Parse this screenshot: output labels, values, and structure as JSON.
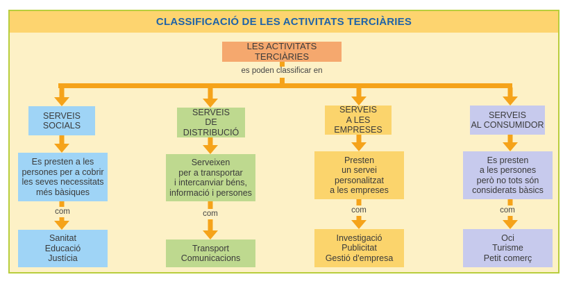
{
  "title": "CLASSIFICACIÓ DE LES ACTIVITATS TERCIÀRIES",
  "root": "LES ACTIVITATS TERCIÀRIES",
  "root_connector": "es poden classificar en",
  "colors": {
    "arrow": "#f5a31a",
    "border": "#b8cd3c",
    "header": "#fdd46f",
    "background": "#fdf1c6",
    "root": "#f5a86e"
  },
  "columns": [
    {
      "title": "SERVEIS\nSOCIALS",
      "description": "Es presten a les\npersones per a cobrir\nles seves necessitats\nmés bàsiques",
      "connector": "com",
      "examples": "Sanitat\nEducació\nJustícia",
      "color": "#9fd4f6"
    },
    {
      "title": "SERVEIS\nDE DISTRIBUCIÓ",
      "description": "Serveixen\nper a transportar\ni intercanviar béns,\ninformació i persones",
      "connector": "com",
      "examples": "Transport\nComunicacions",
      "color": "#bed98f"
    },
    {
      "title": "SERVEIS\nA LES EMPRESES",
      "description": "Presten\nun servei\npersonalitzat\na les empreses",
      "connector": "com",
      "examples": "Investigació\nPublicitat\nGestió d'empresa",
      "color": "#fbd46c"
    },
    {
      "title": "SERVEIS\nAL CONSUMIDOR",
      "description": "Es presten\na les persones\nperò no tots són\nconsiderats bàsics",
      "connector": "com",
      "examples": "Oci\nTurisme\nPetit comerç",
      "color": "#c7caed"
    }
  ]
}
